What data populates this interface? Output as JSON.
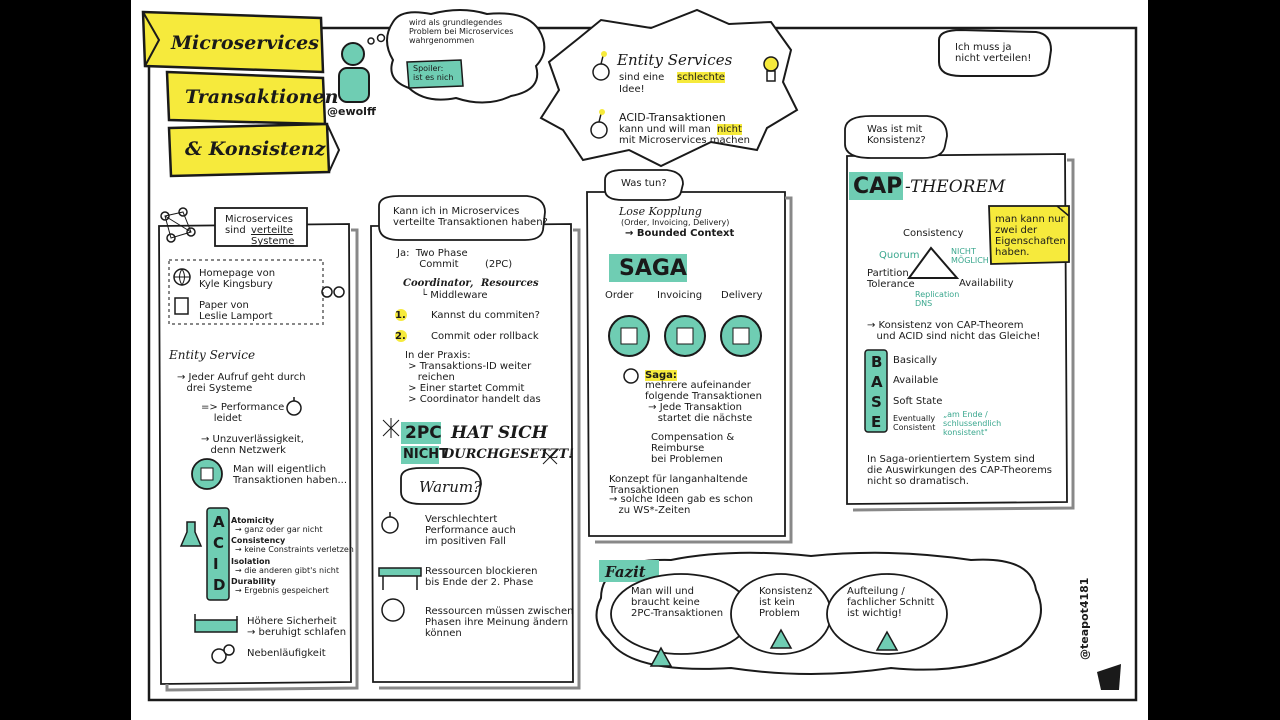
{
  "colors": {
    "yellow": "#f6ea3c",
    "teal": "#6fcdb3",
    "dark": "#1a1a1a",
    "paper": "#ffffff"
  },
  "title": {
    "line1": "Microservices",
    "line2": "Transaktionen",
    "line3": "& Konsistenz"
  },
  "author": {
    "handle": "@ewolff",
    "cloud": "wird als grundlegendes\nProblem bei Microservices\nwahrgenommen",
    "spoiler": "Spoiler:\nist es nich"
  },
  "entity_box": {
    "l1": "Entity Services",
    "l2": "sind eine",
    "l2b": "schlechte",
    "l3": "Idee!",
    "acid1": "ACID-Transaktionen",
    "acid2": "kann und will man",
    "acid2b": "nicht",
    "acid3": "mit Microservices machen"
  },
  "quote": "Ich muss ja\nnicht verteilen!",
  "left": {
    "distributed": "Microservices\nsind",
    "distributed_b": "verteilte\nSysteme",
    "homepage": "Homepage von\nKyle Kingsbury",
    "paper": "Paper von\nLeslie Lamport",
    "entity_service": "Entity Service",
    "call": "→ Jeder Aufruf geht durch\n   drei Systeme",
    "perf": "=> Performance\n    leidet",
    "unrel": "→ Unzuverlässigkeit,\n   denn Netzwerk",
    "tx": "Man will eigentlich\nTransaktionen haben...",
    "acid_letters": [
      "A",
      "C",
      "I",
      "D"
    ],
    "atomicity": "Atomicity",
    "atomicity_d": "→ ganz oder gar nicht",
    "consistency": "Consistency",
    "consistency_d": "→ keine Constraints verletzen",
    "isolation": "Isolation",
    "isolation_d": "→ die anderen gibt's nicht",
    "durability": "Durability",
    "durability_d": "→ Ergebnis gespeichert",
    "safety": "Höhere Sicherheit\n→ beruhigt schlafen",
    "concurrency": "Nebenläufigkeit"
  },
  "mid": {
    "question": "Kann ich in Microservices\nverteilte Transaktionen haben?",
    "ja": "Ja:  Two Phase\n       Commit",
    "tpc": "(2PC)",
    "coord": "Coordinator,",
    "resources": "Resources",
    "middleware": "└ Middleware",
    "s1": "Kannst du commiten?",
    "s2": "Commit oder rollback",
    "n1": "1.",
    "n2": "2.",
    "praxis": "In der Praxis:\n > Transaktions-ID weiter\n    reichen\n > Einer startet Commit\n > Coordinator handelt das",
    "failed1": "2PC",
    "failed1b": "HAT SICH",
    "failed2": "NICHT",
    "failed2b": "DURCHGESETZT!",
    "warum": "Warum?",
    "r1": "Verschlechtert\nPerformance auch\nim positiven Fall",
    "r2": "Ressourcen blockieren\nbis Ende der 2. Phase",
    "r3": "Ressourcen müssen zwischen\nPhasen ihre Meinung ändern\nkönnen"
  },
  "right_mid": {
    "was_tun": "Was tun?",
    "lose": "Lose Kopplung",
    "lose_d": "(Order, Invoicing, Delivery)",
    "bc": "→ Bounded Context",
    "saga": "SAGA",
    "flow": [
      "Order",
      "Invoicing",
      "Delivery"
    ],
    "saga_label": "Saga:",
    "saga_desc": "mehrere aufeinander\nfolgende Transaktionen\n → Jede Transaktion\n    startet die nächste",
    "comp": "Compensation &\nReimburse\nbei Problemen",
    "konzept": "Konzept für langanhaltende\nTransaktionen",
    "ws": "→ solche Ideen gab es schon\n   zu WS*-Zeiten"
  },
  "cap": {
    "question": "Was ist mit\nKonsistenz?",
    "title_a": "CAP",
    "title_b": "-THEOREM",
    "note": "man kann nur\nzwei der\nEigenschaften\nhaben.",
    "consistency": "Consistency",
    "partition": "Partition\nTolerance",
    "availability": "Availability",
    "quorum": "Quorum",
    "nicht": "NICHT\nMÖGLICH",
    "replication": "Replication\nDNS",
    "diff": "→ Konsistenz von CAP-Theorem\n   und ACID sind nicht das Gleiche!",
    "base_letters": [
      "B",
      "A",
      "S",
      "E"
    ],
    "basically": "Basically",
    "available": "Available",
    "soft": "Soft State",
    "eventually": "Eventually\nConsistent",
    "eventually_q": "„am Ende /\nschlussendlich\nkonsistent\"",
    "saga_sys": "In Saga-orientiertem System sind\ndie Auswirkungen des CAP-Theorems\nnicht so dramatisch."
  },
  "fazit": {
    "title": "Fazit",
    "c1": "Man will und\nbraucht keine\n2PC-Transaktionen",
    "c2": "Konsistenz\nist kein\nProblem",
    "c3": "Aufteilung /\nfachlicher Schnitt\nist wichtig!"
  },
  "signature": "@teapot4181"
}
